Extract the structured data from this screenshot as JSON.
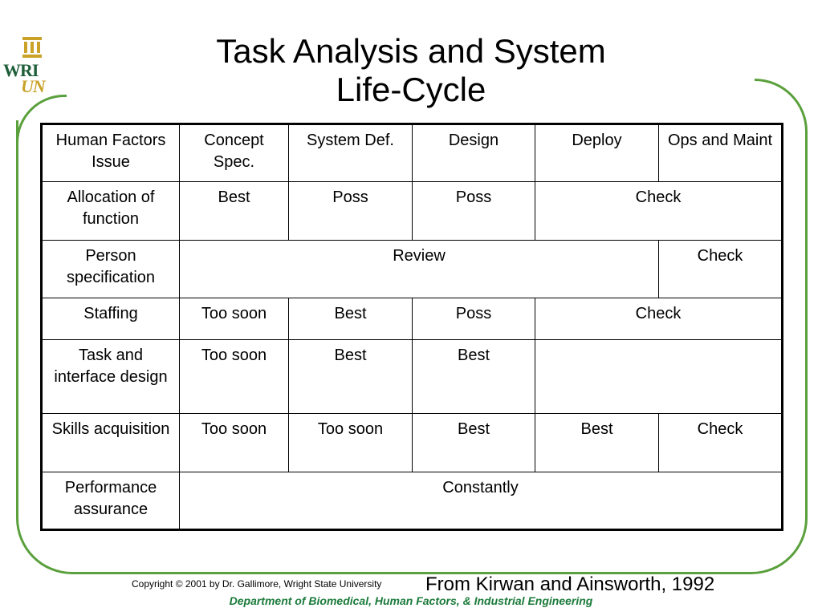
{
  "slide": {
    "title_line1": "Task Analysis and System",
    "title_line2": "Life-Cycle",
    "logo_text_top": "WRI",
    "logo_text_bottom": "UN",
    "citation": "From Kirwan and Ainsworth, 1992",
    "copyright": "Copyright © 2001 by Dr. Gallimore,  Wright State University",
    "department": "Department of Biomedical, Human Factors, & Industrial Engineering"
  },
  "colors": {
    "frame": "#5aa03c",
    "department_text": "#1a7a3a",
    "logo_green": "#1e5f3a",
    "logo_gold": "#c9a227"
  },
  "table": {
    "header": [
      "Human Factors Issue",
      "Concept Spec.",
      "System Def.",
      "Design",
      "Deploy",
      "Ops and Maint"
    ],
    "rows": [
      {
        "issue": "Allocation of function",
        "concept": "Best",
        "sysdef": "Poss",
        "design": "Poss",
        "deploy_ops": "Check"
      },
      {
        "issue": "Person specification",
        "review": "Review",
        "ops": "Check"
      },
      {
        "issue": "Staffing",
        "concept": "Too soon",
        "sysdef": "Best",
        "design": "Poss",
        "deploy_ops": "Check"
      },
      {
        "issue": "Task and interface design",
        "concept": "Too soon",
        "sysdef": "Best",
        "design": "Best",
        "deploy_ops": ""
      },
      {
        "issue": "Skills acquisition",
        "concept": "Too soon",
        "sysdef": "Too soon",
        "design": "Best",
        "deploy": "Best",
        "ops": "Check"
      },
      {
        "issue": "Performance assurance",
        "all": "Constantly"
      }
    ]
  }
}
